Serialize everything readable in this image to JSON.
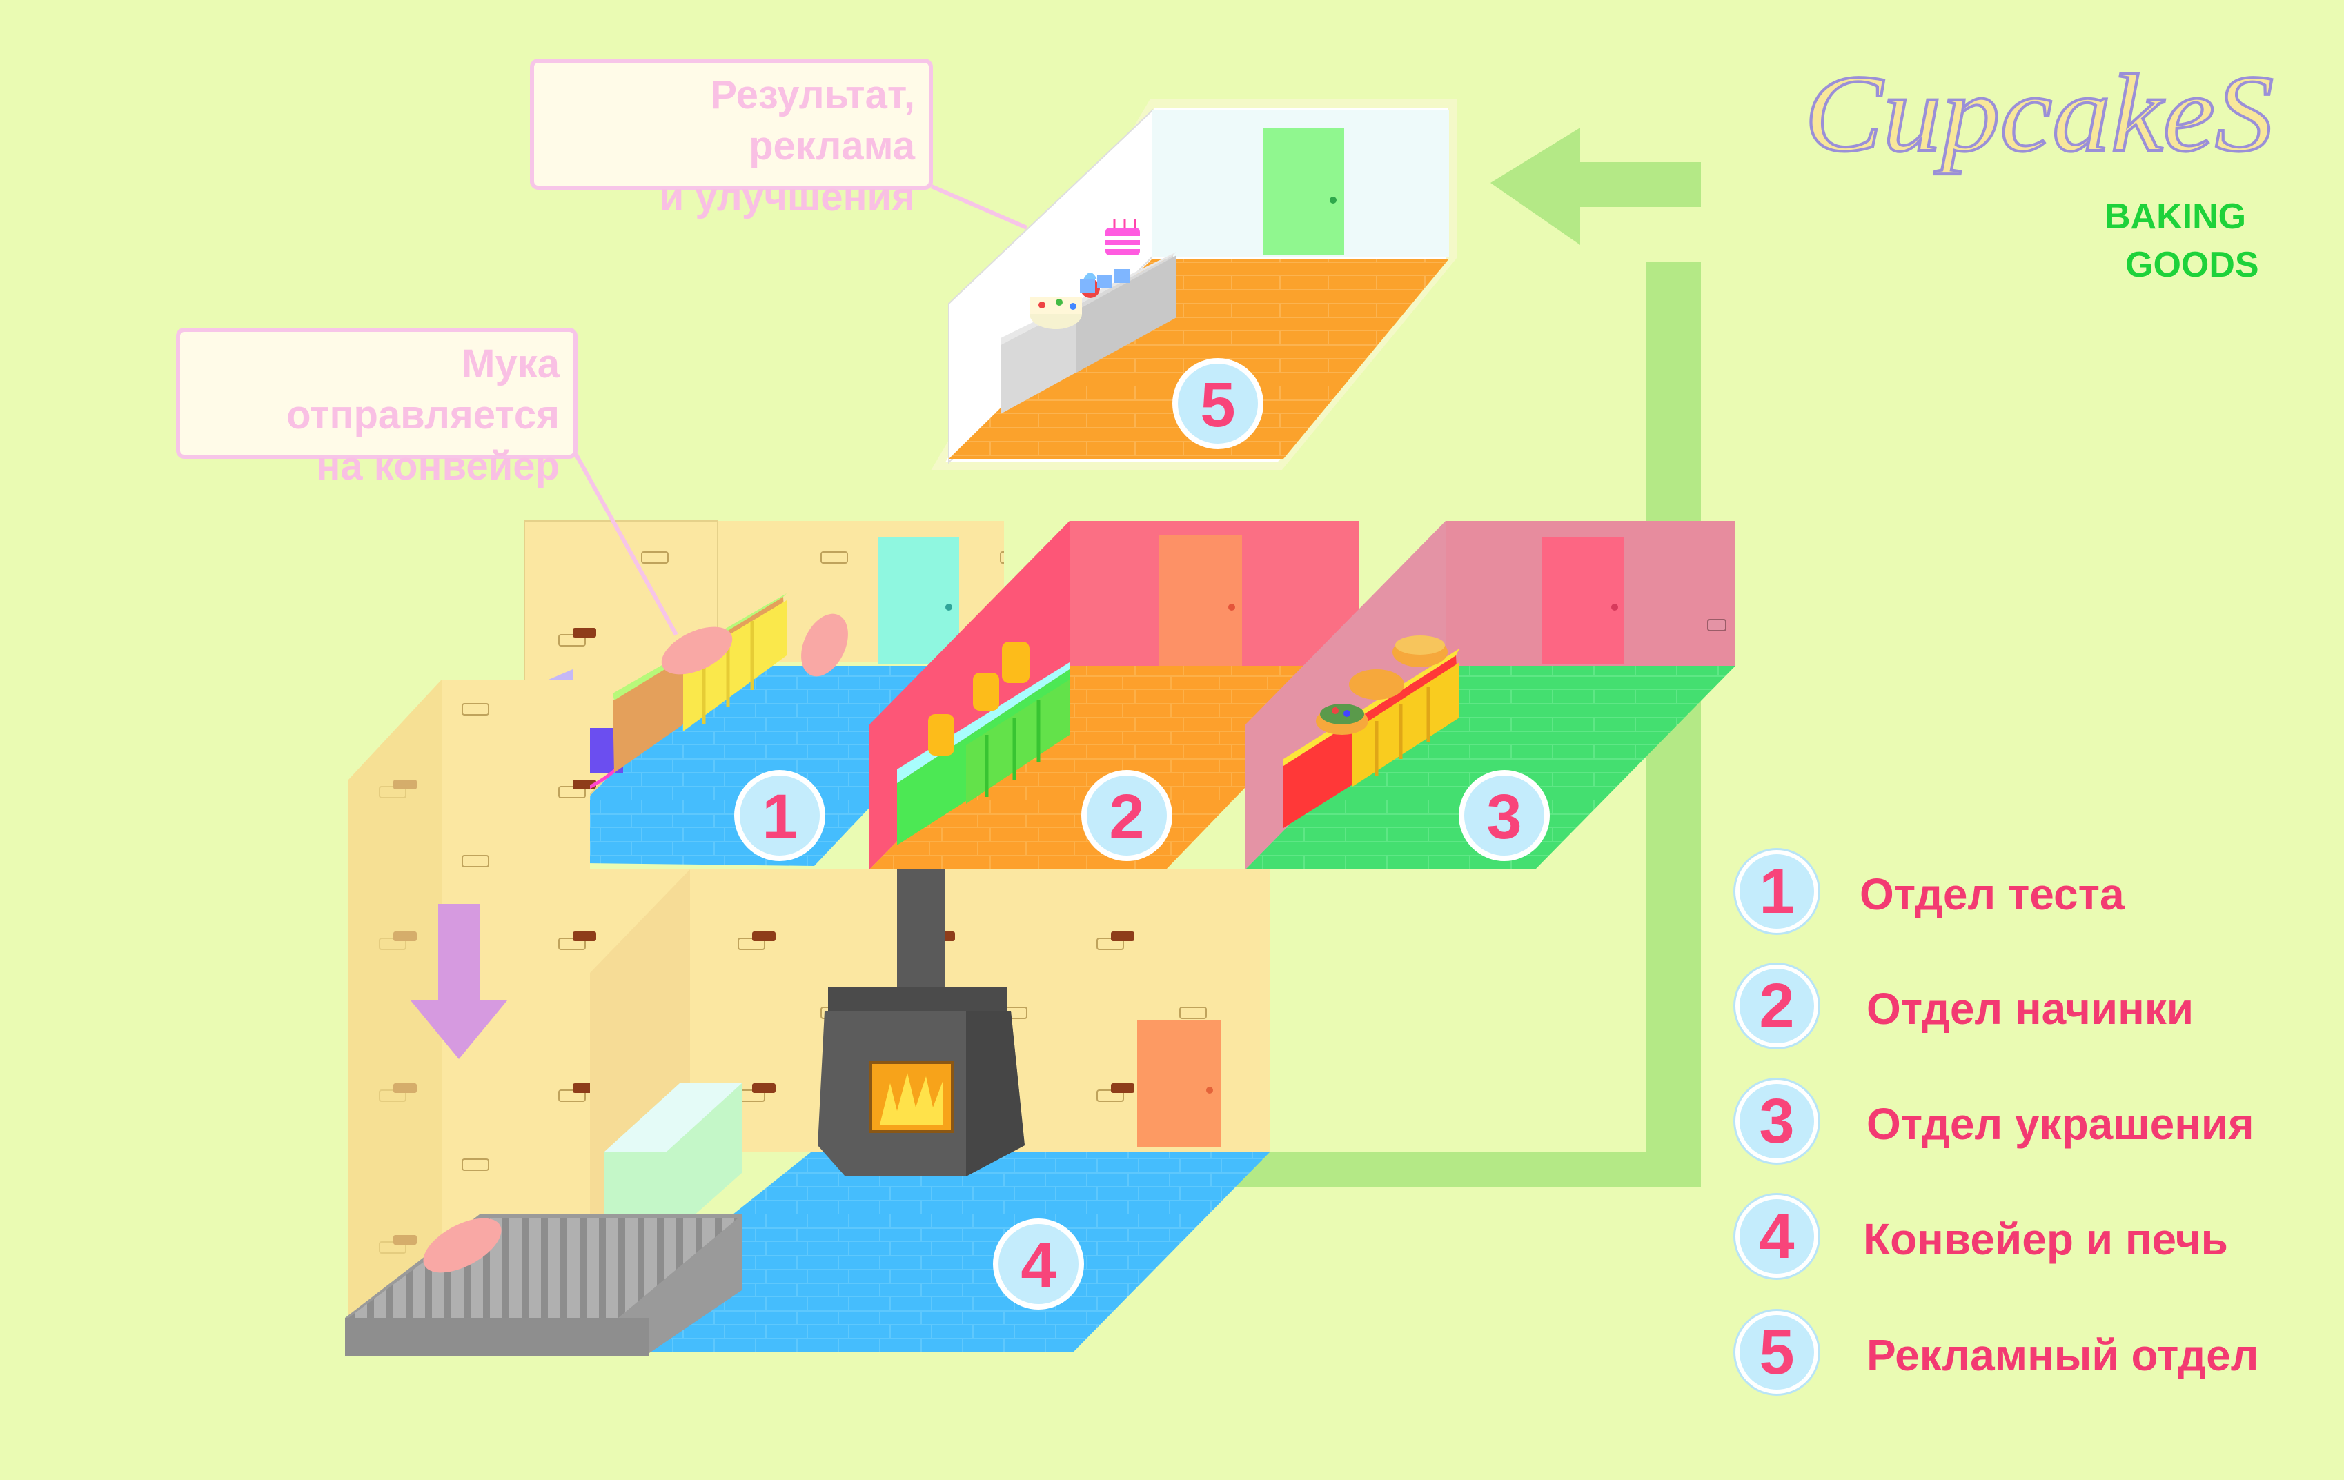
{
  "brand": {
    "logo_text": "CupcakeS",
    "sub1": "BAKING",
    "sub2": "GOODS"
  },
  "callouts": {
    "top_line1": "Результат, реклама",
    "top_line2": "и улучшения",
    "flour_line1": "Мука отправляется",
    "flour_line2": "на конвейер"
  },
  "room_numbers": [
    "1",
    "2",
    "3",
    "4",
    "5"
  ],
  "legend": [
    {
      "num": "1",
      "label": "Отдел теста"
    },
    {
      "num": "2",
      "label": "Отдел начинки"
    },
    {
      "num": "3",
      "label": "Отдел украшения"
    },
    {
      "num": "4",
      "label": "Конвейер и печь"
    },
    {
      "num": "5",
      "label": "Рекламный отдел"
    }
  ],
  "colors": {
    "background": "#eafbb3",
    "number_pink": "#f8447a",
    "circle_blue": "#c4ecfc",
    "callout_pink": "#f9c0e4",
    "brand_green": "#1ed23a",
    "arrow_green": "#b4e986",
    "floor_blue": "#45bdfd",
    "floor_orange": "#fda02c",
    "floor_green": "#44df70",
    "wall_yellow": "#fbe7a1"
  }
}
